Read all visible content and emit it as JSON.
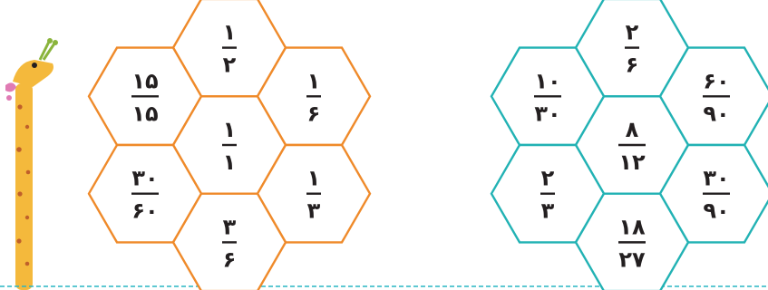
{
  "colors": {
    "left_hex": "#ef8a2a",
    "right_hex": "#22b2b4",
    "text": "#231f20",
    "baseline": "#29b6c4"
  },
  "illustration": {
    "icon": "giraffe-icon"
  },
  "left_cluster": {
    "cells": [
      {
        "pos": "top",
        "numerator": "۱",
        "denominator": "۲"
      },
      {
        "pos": "upper-left",
        "numerator": "۱۵",
        "denominator": "۱۵"
      },
      {
        "pos": "upper-right",
        "numerator": "۱",
        "denominator": "۶"
      },
      {
        "pos": "center",
        "numerator": "۱",
        "denominator": "۱"
      },
      {
        "pos": "lower-left",
        "numerator": "۳۰",
        "denominator": "۶۰"
      },
      {
        "pos": "lower-right",
        "numerator": "۱",
        "denominator": "۳"
      },
      {
        "pos": "bottom",
        "numerator": "۳",
        "denominator": "۶"
      }
    ]
  },
  "right_cluster": {
    "cells": [
      {
        "pos": "top",
        "numerator": "۲",
        "denominator": "۶"
      },
      {
        "pos": "upper-left",
        "numerator": "۱۰",
        "denominator": "۳۰"
      },
      {
        "pos": "upper-right",
        "numerator": "۶۰",
        "denominator": "۹۰"
      },
      {
        "pos": "center",
        "numerator": "۸",
        "denominator": "۱۲"
      },
      {
        "pos": "lower-left",
        "numerator": "۲",
        "denominator": "۳"
      },
      {
        "pos": "lower-right",
        "numerator": "۳۰",
        "denominator": "۹۰"
      },
      {
        "pos": "bottom",
        "numerator": "۱۸",
        "denominator": "۲۷"
      }
    ]
  }
}
